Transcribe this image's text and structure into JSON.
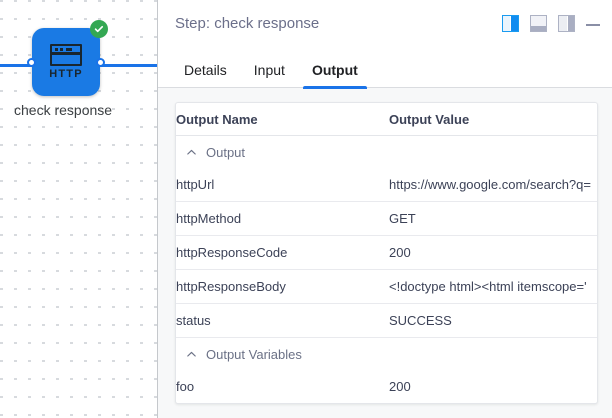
{
  "canvas": {
    "node": {
      "icon": "http-node-icon",
      "icon_label": "HTTP",
      "caption": "check response",
      "status_icon": "check-circle-icon",
      "status_color": "#34a853",
      "node_color": "#1a7ae4",
      "edge_color": "#1a73e8"
    }
  },
  "panel": {
    "header": {
      "title": "Step: check response",
      "actions": [
        {
          "name": "layout-split-view-button",
          "icon": "layout-split-icon",
          "active": true
        },
        {
          "name": "layout-bottom-panel-button",
          "icon": "layout-bottom-icon",
          "active": false
        },
        {
          "name": "layout-side-panel-button",
          "icon": "layout-side-icon",
          "active": false
        },
        {
          "name": "minimize-panel-button",
          "icon": "minimize-icon",
          "active": false
        }
      ]
    },
    "tabs": [
      {
        "label": "Details",
        "active": false
      },
      {
        "label": "Input",
        "active": false
      },
      {
        "label": "Output",
        "active": true
      }
    ],
    "table": {
      "headers": {
        "name": "Output Name",
        "value": "Output Value"
      },
      "groups": [
        {
          "label": "Output",
          "expanded": true,
          "rows": [
            {
              "name": "httpUrl",
              "value": "https://www.google.com/search?q="
            },
            {
              "name": "httpMethod",
              "value": "GET"
            },
            {
              "name": "httpResponseCode",
              "value": "200"
            },
            {
              "name": "httpResponseBody",
              "value": "<!doctype html><html itemscope='"
            },
            {
              "name": "status",
              "value": "SUCCESS"
            }
          ]
        },
        {
          "label": "Output Variables",
          "expanded": true,
          "rows": [
            {
              "name": "foo",
              "value": "200"
            }
          ]
        }
      ]
    }
  },
  "colors": {
    "accent": "#1a73e8",
    "success": "#34a853",
    "panel_bg": "#f7f8f9",
    "text_muted": "#6b7186"
  }
}
